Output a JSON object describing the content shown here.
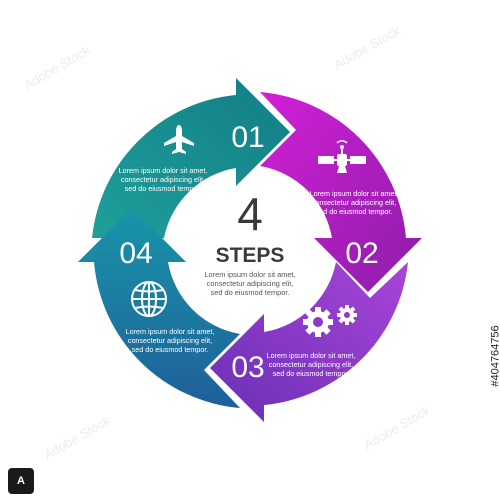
{
  "center": {
    "number": "4",
    "label": "STEPS",
    "text_lines": [
      "Lorem ipsum dolor sit amet,",
      "consectetur adipiscing elit,",
      "sed do eiusmod tempor."
    ]
  },
  "steps": [
    {
      "number": "01",
      "icon": "airplane-icon",
      "text_lines": [
        "Lorem ipsum dolor sit amet,",
        "consectetur adipiscing elit,",
        "sed do eiusmod tempor."
      ]
    },
    {
      "number": "02",
      "icon": "satellite-icon",
      "text_lines": [
        "Lorem ipsum dolor sit amet,",
        "consectetur adipiscing elit,",
        "sed do eiusmod tempor."
      ]
    },
    {
      "number": "03",
      "icon": "gears-icon",
      "text_lines": [
        "Lorem ipsum dolor sit amet,",
        "consectetur adipiscing elit,",
        "sed do eiusmod tempor."
      ]
    },
    {
      "number": "04",
      "icon": "globe-icon",
      "text_lines": [
        "Lorem ipsum dolor sit amet,",
        "consectetur adipiscing elit,",
        "sed do eiusmod tempor."
      ]
    }
  ],
  "colors": {
    "step1": [
      "#1e9f9a",
      "#137d86"
    ],
    "step2": [
      "#c81fd2",
      "#8c1ea8"
    ],
    "step3": [
      "#9b41d0",
      "#6c2fb8"
    ],
    "step4": [
      "#1788a8",
      "#1f5f9a"
    ],
    "center_text": "#3a3a3a",
    "step_text": "#ffffff"
  },
  "watermark": {
    "text": "Adobe Stock",
    "id": "#404764756",
    "mark": "A"
  }
}
